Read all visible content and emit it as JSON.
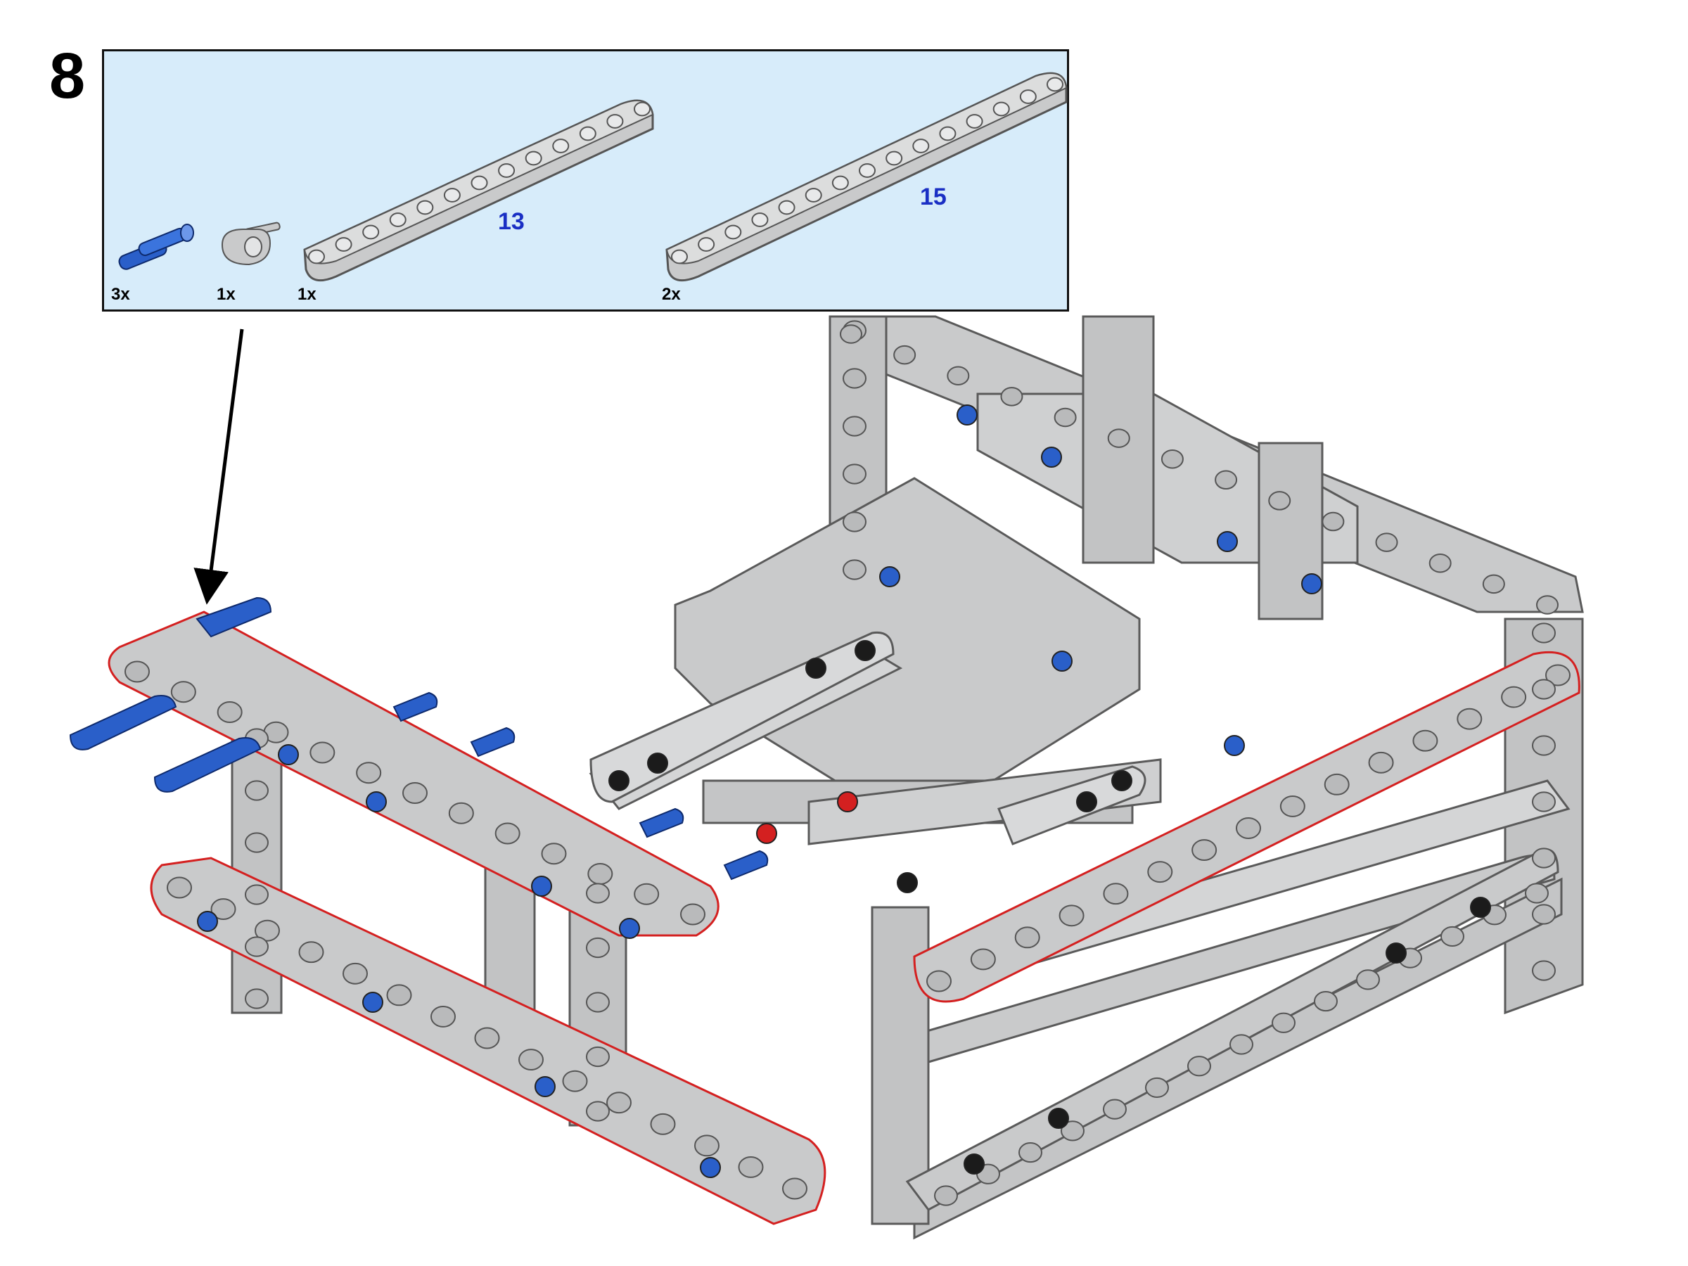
{
  "step": {
    "number": "8"
  },
  "parts_list": {
    "items": [
      {
        "name": "blue-pin",
        "quantity": "3x"
      },
      {
        "name": "gray-connector",
        "quantity": "1x"
      },
      {
        "name": "beam-13",
        "quantity": "1x",
        "length_label": "13"
      },
      {
        "name": "beam-15",
        "quantity": "2x",
        "length_label": "15"
      }
    ]
  },
  "colors": {
    "panel_background": "#d7ecfa",
    "beam_gray": "#c9cacb",
    "beam_outline": "#5a5a5a",
    "pin_blue": "#2a5fc9",
    "pin_black": "#1b1b1b",
    "pin_red": "#d42020",
    "new_part_outline": "#d42020",
    "length_label": "#1a2fc4"
  }
}
